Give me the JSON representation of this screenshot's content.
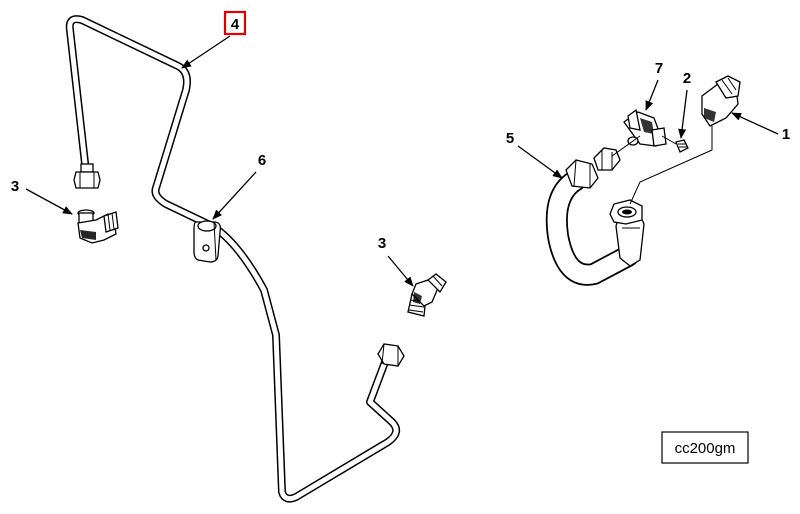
{
  "callouts": [
    {
      "id": "callout-4",
      "label": "4",
      "highlighted": true
    },
    {
      "id": "callout-3-left",
      "label": "3"
    },
    {
      "id": "callout-6",
      "label": "6"
    },
    {
      "id": "callout-3-right",
      "label": "3"
    },
    {
      "id": "callout-7",
      "label": "7"
    },
    {
      "id": "callout-2",
      "label": "2"
    },
    {
      "id": "callout-5",
      "label": "5"
    },
    {
      "id": "callout-1",
      "label": "1"
    }
  ],
  "reference_code": "cc200gm",
  "colors": {
    "highlight": "#e00000",
    "ink": "#000000",
    "paper": "#ffffff"
  }
}
